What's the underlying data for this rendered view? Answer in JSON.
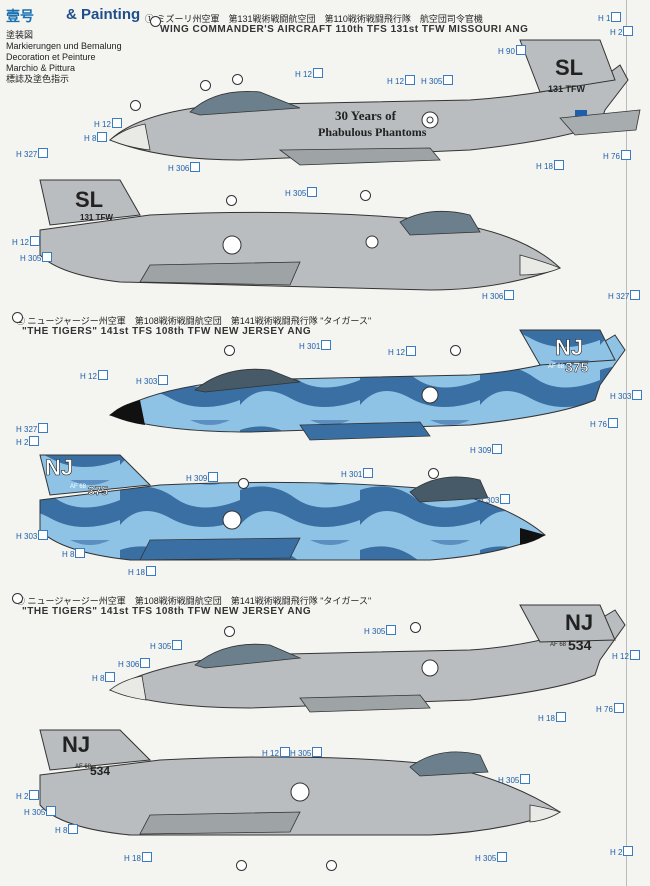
{
  "header": {
    "logo": "壹号",
    "title": "& Painting",
    "subtitle_lines": [
      "塗装図",
      "Markierungen und Bemalung",
      "Decoration et Peinture",
      "Marchio & Pittura",
      "標誌及塗色指示"
    ]
  },
  "section1": {
    "caption_jp": "① ミズーリ州空軍　第131戦術戦闘航空団　第110戦術戦闘飛行隊　航空団司令官機",
    "caption_en": "WING COMMANDER'S AIRCRAFT 110th TFS 131st TFW MISSOURI ANG",
    "tail_code": "SL",
    "tail_text": "131 TFW",
    "nose_text_1": "30 Years of",
    "nose_text_2": "Phabulous Phantoms"
  },
  "section2": {
    "caption_jp": "② ニュージャージー州空軍　第108戦術戦闘航空団　第141戦術戦闘飛行隊 \"タイガース\"",
    "caption_en": "\"THE TIGERS\" 141st TFS 108th TFW NEW JERSEY ANG",
    "tail_code": "NJ",
    "tail_serial": "375",
    "tail_small": "AF 68"
  },
  "section3": {
    "caption_jp": "③ ニュージャージー州空軍　第108戦術戦闘航空団　第141戦術戦闘飛行隊 \"タイガース\"",
    "caption_en": "\"THE TIGERS\" 141st TFS 108th TFW NEW JERSEY ANG",
    "tail_code": "NJ",
    "tail_serial": "534",
    "tail_small": "AF 68"
  },
  "callouts": [
    "H 1",
    "H 2",
    "H 8",
    "H 12",
    "H 18",
    "H 76",
    "H 90",
    "H 301",
    "H 303",
    "H 305",
    "H 306",
    "H 309",
    "H 327"
  ],
  "colors": {
    "gray_light": "#b9bdbf",
    "gray_dark": "#8f9497",
    "blue_light": "#8fc3e6",
    "blue_dark": "#3a6fa3",
    "label_blue": "#1f5fa8"
  }
}
